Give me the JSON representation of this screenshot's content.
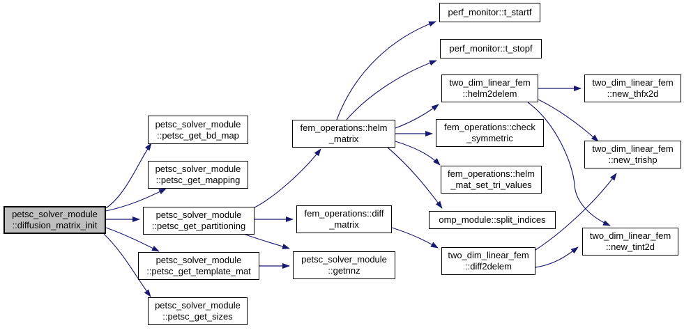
{
  "diagram": {
    "type": "call-graph",
    "colors": {
      "background": "#ffffff",
      "edge": "#191970",
      "node_border": "#000000",
      "node_fill": "#ffffff",
      "root_fill": "#bfbfbf",
      "text": "#000000"
    },
    "nodes": [
      {
        "id": "diffusion_matrix_init",
        "root": true,
        "lines": [
          "petsc_solver_module",
          "::diffusion_matrix_init"
        ]
      },
      {
        "id": "petsc_get_bd_map",
        "root": false,
        "lines": [
          "petsc_solver_module",
          "::petsc_get_bd_map"
        ]
      },
      {
        "id": "petsc_get_mapping",
        "root": false,
        "lines": [
          "petsc_solver_module",
          "::petsc_get_mapping"
        ]
      },
      {
        "id": "petsc_get_partitioning",
        "root": false,
        "lines": [
          "petsc_solver_module",
          "::petsc_get_partitioning"
        ]
      },
      {
        "id": "petsc_get_template_mat",
        "root": false,
        "lines": [
          "petsc_solver_module",
          "::petsc_get_template_mat"
        ]
      },
      {
        "id": "petsc_get_sizes",
        "root": false,
        "lines": [
          "petsc_solver_module",
          "::petsc_get_sizes"
        ]
      },
      {
        "id": "helm_matrix",
        "root": false,
        "lines": [
          "fem_operations::helm",
          "_matrix"
        ]
      },
      {
        "id": "diff_matrix",
        "root": false,
        "lines": [
          "fem_operations::diff",
          "_matrix"
        ]
      },
      {
        "id": "getnnz",
        "root": false,
        "lines": [
          "petsc_solver_module",
          "::getnnz"
        ]
      },
      {
        "id": "t_startf",
        "root": false,
        "lines": [
          "perf_monitor::t_startf"
        ]
      },
      {
        "id": "t_stopf",
        "root": false,
        "lines": [
          "perf_monitor::t_stopf"
        ]
      },
      {
        "id": "helm2delem",
        "root": false,
        "lines": [
          "two_dim_linear_fem",
          "::helm2delem"
        ]
      },
      {
        "id": "check_symmetric",
        "root": false,
        "lines": [
          "fem_operations::check",
          "_symmetric"
        ]
      },
      {
        "id": "helm_mat_set_tri_values",
        "root": false,
        "lines": [
          "fem_operations::helm",
          "_mat_set_tri_values"
        ]
      },
      {
        "id": "split_indices",
        "root": false,
        "lines": [
          "omp_module::split_indices"
        ]
      },
      {
        "id": "diff2delem",
        "root": false,
        "lines": [
          "two_dim_linear_fem",
          "::diff2delem"
        ]
      },
      {
        "id": "new_thfx2d",
        "root": false,
        "lines": [
          "two_dim_linear_fem",
          "::new_thfx2d"
        ]
      },
      {
        "id": "new_trishp",
        "root": false,
        "lines": [
          "two_dim_linear_fem",
          "::new_trishp"
        ]
      },
      {
        "id": "new_tint2d",
        "root": false,
        "lines": [
          "two_dim_linear_fem",
          "::new_tint2d"
        ]
      }
    ],
    "edges": [
      {
        "from": "diffusion_matrix_init",
        "to": "petsc_get_bd_map"
      },
      {
        "from": "diffusion_matrix_init",
        "to": "petsc_get_mapping"
      },
      {
        "from": "diffusion_matrix_init",
        "to": "petsc_get_partitioning"
      },
      {
        "from": "diffusion_matrix_init",
        "to": "petsc_get_template_mat"
      },
      {
        "from": "diffusion_matrix_init",
        "to": "petsc_get_sizes"
      },
      {
        "from": "petsc_get_partitioning",
        "to": "helm_matrix"
      },
      {
        "from": "petsc_get_partitioning",
        "to": "diff_matrix"
      },
      {
        "from": "petsc_get_partitioning",
        "to": "getnnz"
      },
      {
        "from": "petsc_get_template_mat",
        "to": "getnnz"
      },
      {
        "from": "helm_matrix",
        "to": "t_startf"
      },
      {
        "from": "helm_matrix",
        "to": "t_stopf"
      },
      {
        "from": "helm_matrix",
        "to": "helm2delem"
      },
      {
        "from": "helm_matrix",
        "to": "check_symmetric"
      },
      {
        "from": "helm_matrix",
        "to": "helm_mat_set_tri_values"
      },
      {
        "from": "helm_matrix",
        "to": "split_indices"
      },
      {
        "from": "diff_matrix",
        "to": "diff2delem"
      },
      {
        "from": "helm2delem",
        "to": "new_thfx2d"
      },
      {
        "from": "helm2delem",
        "to": "new_trishp"
      },
      {
        "from": "helm2delem",
        "to": "new_tint2d"
      },
      {
        "from": "diff2delem",
        "to": "new_trishp"
      },
      {
        "from": "diff2delem",
        "to": "new_tint2d"
      }
    ]
  }
}
